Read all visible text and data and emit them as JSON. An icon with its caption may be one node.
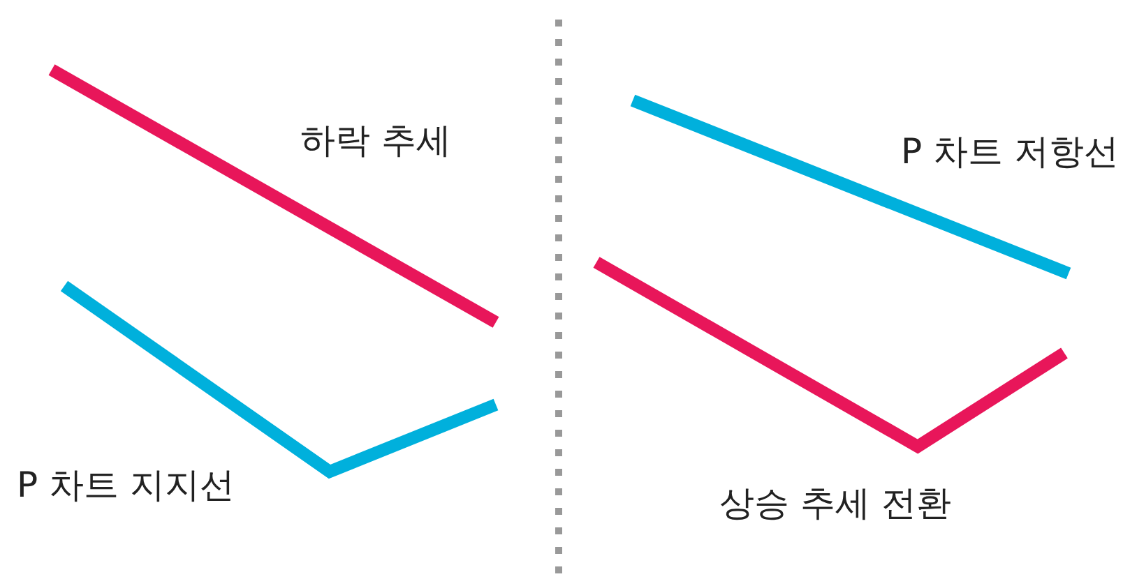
{
  "diagram": {
    "labels": [
      "하락 추세",
      "P 차트 지지선",
      "P 차트 저항선",
      "상승 추세 전환"
    ]
  }
}
